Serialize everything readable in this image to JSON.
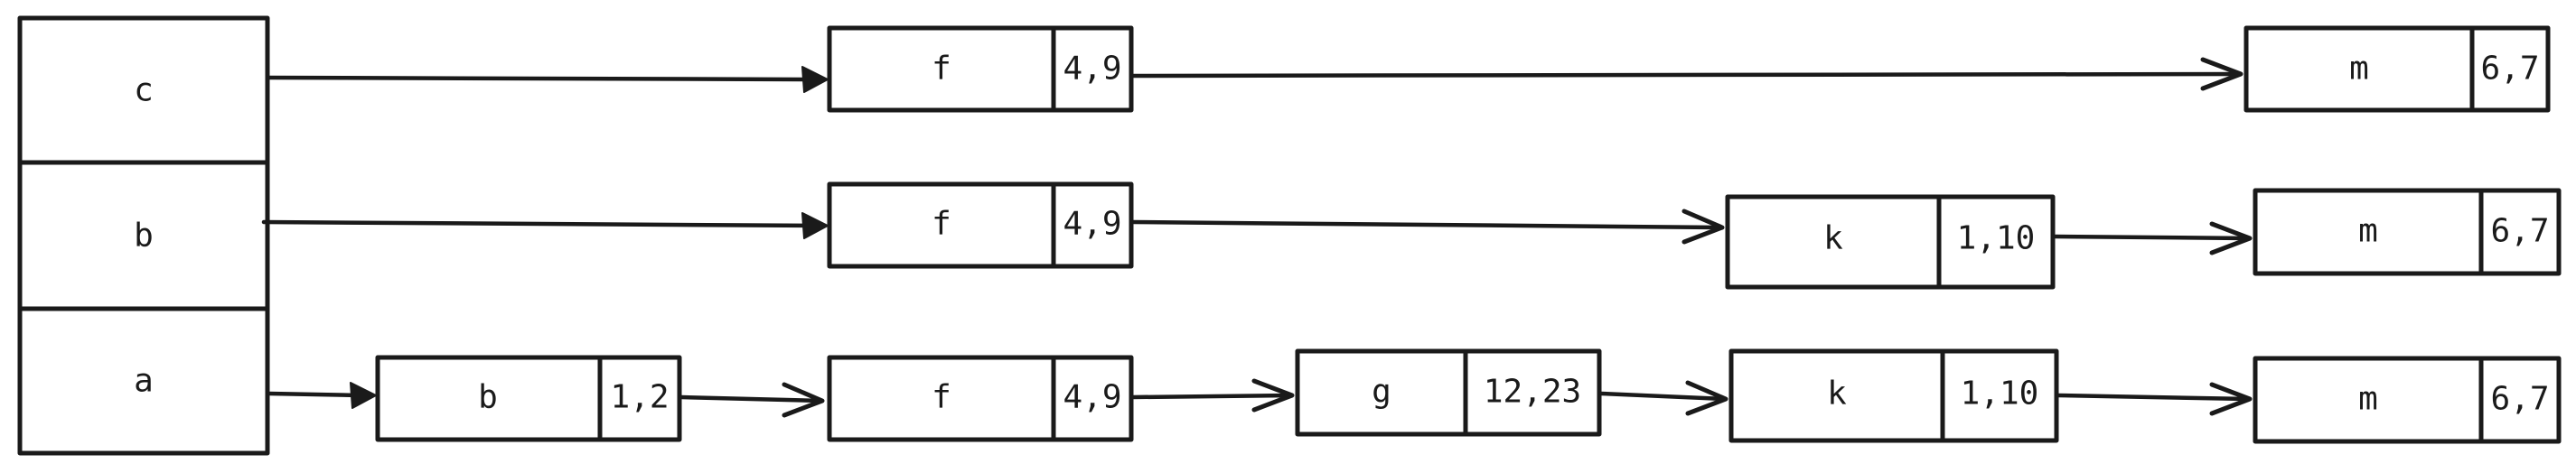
{
  "index": [
    {
      "key": "c"
    },
    {
      "key": "b"
    },
    {
      "key": "a"
    }
  ],
  "rows": [
    {
      "nodes": [
        {
          "key": "f",
          "value": "4,9"
        },
        {
          "key": "m",
          "value": "6,7"
        }
      ]
    },
    {
      "nodes": [
        {
          "key": "f",
          "value": "4,9"
        },
        {
          "key": "k",
          "value": "1,10"
        },
        {
          "key": "m",
          "value": "6,7"
        }
      ]
    },
    {
      "nodes": [
        {
          "key": "b",
          "value": "1,2"
        },
        {
          "key": "f",
          "value": "4,9"
        },
        {
          "key": "g",
          "value": "12,23"
        },
        {
          "key": "k",
          "value": "1,10"
        },
        {
          "key": "m",
          "value": "6,7"
        }
      ]
    }
  ]
}
